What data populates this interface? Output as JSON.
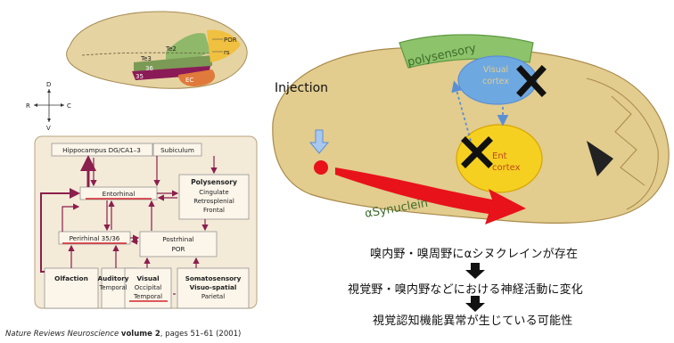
{
  "left_brain": {
    "labels": {
      "por": "POR",
      "rs": "rs",
      "te2": "Te2",
      "te3": "Te3",
      "a36": "36",
      "a35": "35",
      "ec": "EC"
    },
    "compass": {
      "d": "D",
      "v": "V",
      "r": "R",
      "c": "C"
    }
  },
  "flowchart": {
    "hippocampus": "Hippocampus DG/CA1–3",
    "subiculum": "Subiculum",
    "entorhinal": "Entorhinal",
    "polysensory": {
      "title": "Polysensory",
      "l1": "Cingulate",
      "l2": "Retrosplenial",
      "l3": "Frontal"
    },
    "perirhinal": "Perirhinal 35/36",
    "postrhinal": {
      "l1": "Postrhinal",
      "l2": "POR"
    },
    "olfaction": "Olfaction",
    "auditory": {
      "title": "Auditory",
      "sub": "Temporal"
    },
    "visual": {
      "title": "Visual",
      "l1": "Occipital",
      "l2": "Temporal"
    },
    "somato": {
      "title": "Somatosensory",
      "l2": "Visuo-spatial",
      "l3": "Parietal"
    }
  },
  "citation": {
    "journal": "Nature Reviews Neuroscience",
    "vol_label": "volume 2",
    "pages": ", pages 51–61 (2001)"
  },
  "right_brain": {
    "injection": "Injection",
    "polysensory": "polysensory",
    "visual_cortex_l1": "Visual",
    "visual_cortex_l2": "cortex",
    "ent_cortex_l1": "Ent",
    "ent_cortex_l2": "cortex",
    "synuclein": "αSynuclein"
  },
  "statements": [
    "嗅内野・嗅周野にαシヌクレインが存在",
    "視覚野・嗅内野などにおける神経活動に変化",
    "視覚認知機能異常が生じている可能性"
  ],
  "colors": {
    "brain": "#e2cc8e",
    "brain_outline": "#a98a4a",
    "arrow": "#8b1f4d",
    "red": "#e8121b",
    "green": "#8dc36a",
    "blue": "#6ea8e0",
    "ent_yellow": "#f5d020"
  }
}
